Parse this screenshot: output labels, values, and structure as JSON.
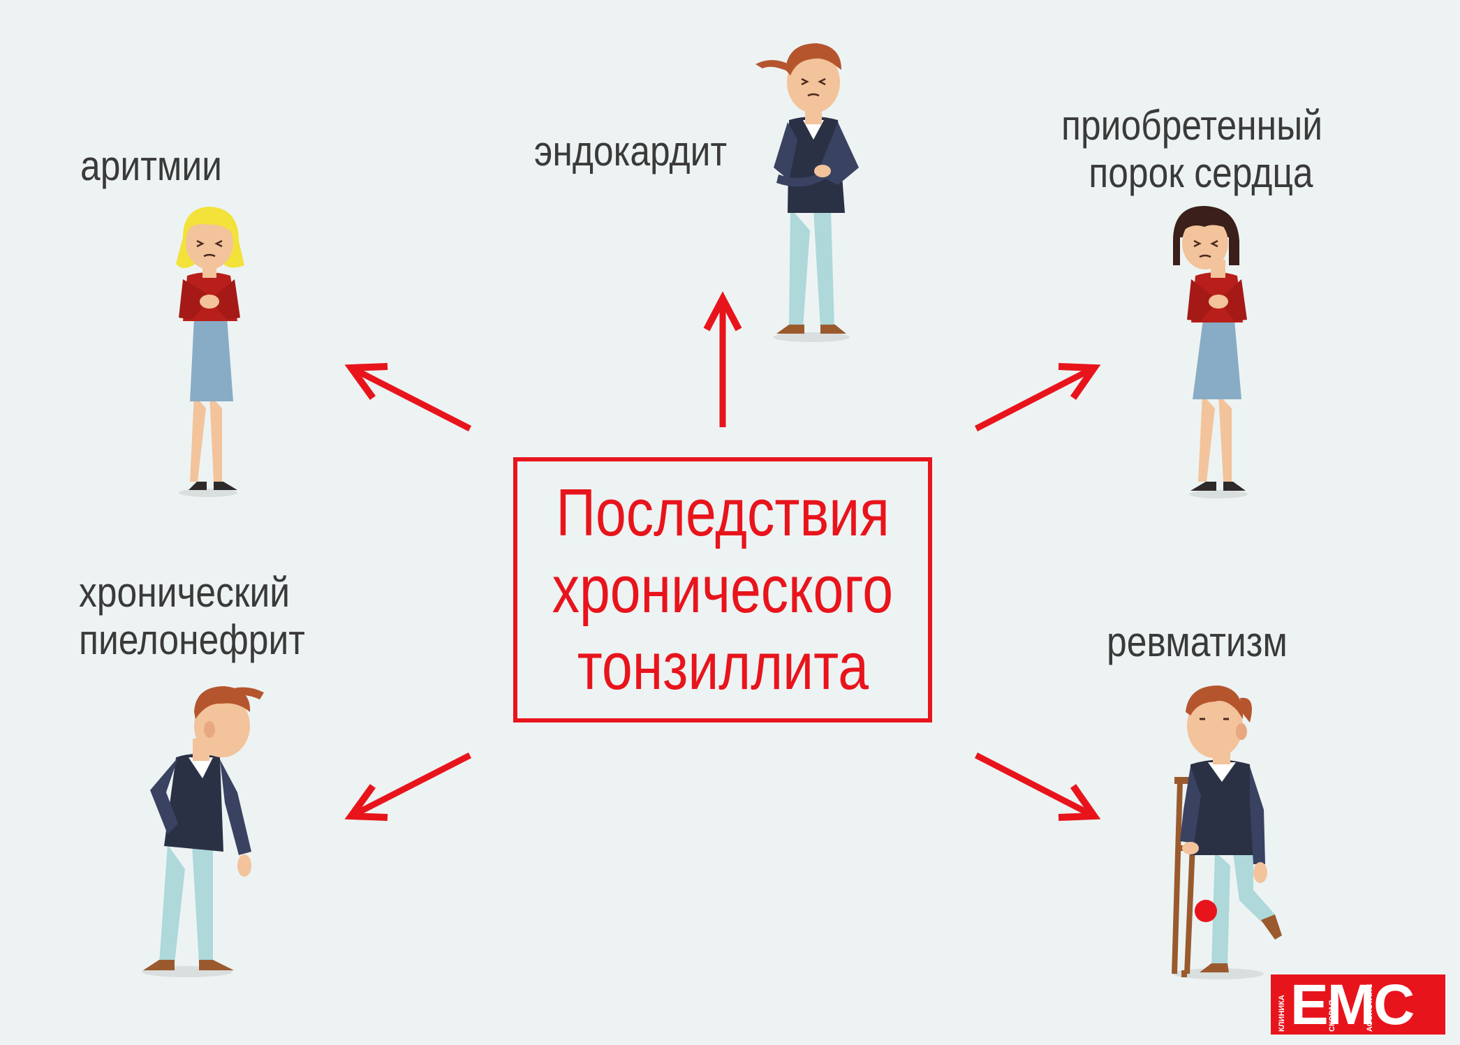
{
  "center": {
    "line1": "Последствия",
    "line2": "хронического",
    "line3": "тонзиллита"
  },
  "labels": {
    "arrhythmia": "аритмии",
    "endocarditis": "эндокардит",
    "heart_defect_line1": "приобретенный",
    "heart_defect_line2": "порок сердца",
    "pyelonephritis_line1": "хронический",
    "pyelonephritis_line2": "пиелонефрит",
    "rheumatism": "ревматизм"
  },
  "logo": {
    "text": "EMC",
    "sub1": "КЛИНИКА",
    "sub2": "СКОРАЯ",
    "sub3": "АССИСТАНС"
  },
  "colors": {
    "accent": "#e8141c",
    "background": "#edf3f3",
    "text": "#3a3a3a"
  }
}
